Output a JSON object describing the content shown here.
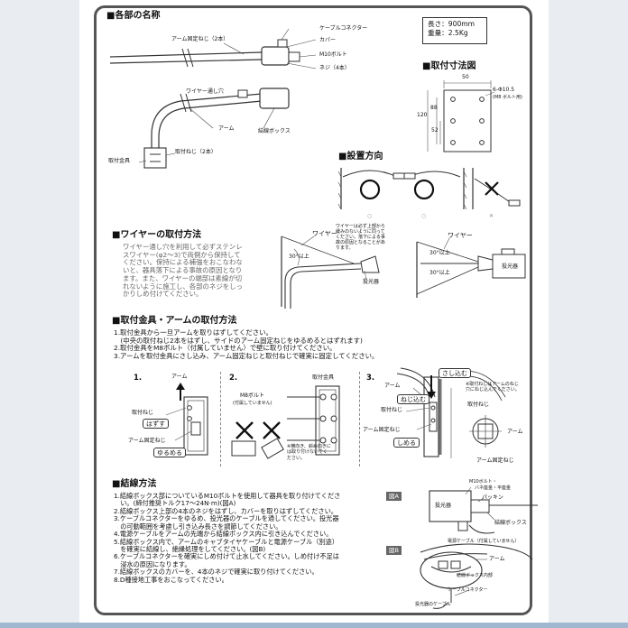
{
  "part_names": {
    "heading": "■各部の名称",
    "labels": {
      "arm_fix_screw_2": "アーム固定ねじ（2本）",
      "cable_connector": "ケーブルコネクター",
      "cover": "カバー",
      "m10_bolt": "M10ボルト",
      "screw_4": "ネジ（4本）",
      "wire_hole": "ワイヤー通し穴",
      "arm": "アーム",
      "junction_box": "結線ボックス",
      "mount_screw_2": "取付ねじ（2本）",
      "mount_bracket": "取付金具"
    }
  },
  "spec": {
    "length": "長さ：900mm",
    "weight": "重量：2.5Kg"
  },
  "mount_dims": {
    "heading": "■取付寸法図",
    "dim_50": "50",
    "dim_120": "120",
    "dim_88": "88",
    "dim_52": "52",
    "holes": "6-Φ10.5",
    "holes_note": "(M8 ボルト用)"
  },
  "install_direction": {
    "heading": "■設置方向",
    "marks": [
      "○",
      "○",
      "✕"
    ]
  },
  "wire_mount": {
    "heading": "■ワイヤーの取付方法",
    "body": [
      "ワイヤー通し穴を利用して必ずステンレ",
      "スワイヤー(φ2～3)で両側から保持して",
      "ください。保持による補強をおこなわな",
      "いと、器具落下による事故の原因となり",
      "ます。また、ワイヤーの端部は素線が切",
      "れないように施工し、各部のネジをしっ",
      "かりしめ付けてください。"
    ],
    "fig_wire": "ワイヤー",
    "fig_note": [
      "ワイヤーは必ず上部から",
      "緩みのないように同って",
      "ください。落下による事",
      "故の原因となることがあ",
      "ります。"
    ],
    "angle": "30°以上",
    "projector": "投光器",
    "fig2_wire": "ワイヤー",
    "fig2_angle_top": "30°以上",
    "fig2_angle_bottom": "30°以上",
    "fig2_projector": "投光器"
  },
  "bracket_mount": {
    "heading": "■取付金具・アームの取付方法",
    "steps": [
      "1.取付金具から一旦アームを取りはずしてください。",
      "　(中央の取付ねじ2本をはずし、サイドのアーム固定ねじをゆるめるとはずれます)",
      "2.取付金具をM8ボルト（付属していません）で壁に取り付けてください。",
      "3.アームを取付金具にさし込み、アーム固定ねじと取付ねじで確実に固定してください。"
    ],
    "fig1": {
      "num": "1.",
      "arm": "アーム",
      "mount_screw": "取付ねじ",
      "remove": "はずす",
      "arm_fix_screw": "アーム固定ねじ",
      "loosen": "ゆるめる"
    },
    "fig2": {
      "num": "2.",
      "bracket": "取付金具",
      "m8_bolt": "M8ボルト",
      "not_included": "(付属していません)",
      "note": [
        "※横向き、斜め向きに",
        "は取り付けないでく",
        "ださい。"
      ]
    },
    "fig3": {
      "num": "3.",
      "insert": "さし込む",
      "arm": "アーム",
      "tighten_screw": "ねじ込む",
      "mount_screw": "取付ねじ",
      "arm_fix_screw": "アーム固定ねじ",
      "tighten": "しめる",
      "note": [
        "※取付ねじはアームのねじ",
        "穴にねじ込んでください。"
      ],
      "mount_screw_2": "取付ねじ",
      "arm_2": "アーム",
      "arm_fix_screw_2": "アーム固定ねじ"
    }
  },
  "wiring": {
    "heading": "■結線方法",
    "steps": [
      "1.結線ボックス部についているM10ボルトを使用して器具を取り付けてくださ",
      "　い。(締付推奨トルク17～24N·m)(図A)",
      "2.結線ボックス上部の4本のネジをはずし、カバーを取りはずしてください。",
      "3.ケーブルコネクターをゆるめ、投光器のケーブルを通してください。投光器",
      "　の可動範囲を考慮し引き込み長さを調節してください。",
      "4.電源ケーブルをアームの先端から結線ボックス内に引き込んでください。",
      "5.結線ボックス内で、アームのキャブタイヤケーブルと電源ケーブル（別途）",
      "　を確実に結線し、絶縁処理をしてください。(図B)",
      "6.ケーブルコネクターを確実にしめ付けて止水してください。しめ付け不足は",
      "　浸水の原因になります。",
      "7.結線ボックスのカバーを、4本のネジで確実に取り付けてください。",
      "8.D種接地工事をおこなってください。"
    ],
    "figA": {
      "label": "図A",
      "m10": "M10ボルト・",
      "m10_2": "バネ座金・平座金",
      "packing": "パッキン",
      "projector": "投光器",
      "box": "結線ボックス"
    },
    "figB": {
      "label": "図B",
      "power_cable": "電源ケーブル（付属していません）",
      "arm": "アーム",
      "box_inside": "結線ボックス内部",
      "connector": "ケーブルコネクター",
      "projector_cable": "投光器のケーブル"
    }
  }
}
